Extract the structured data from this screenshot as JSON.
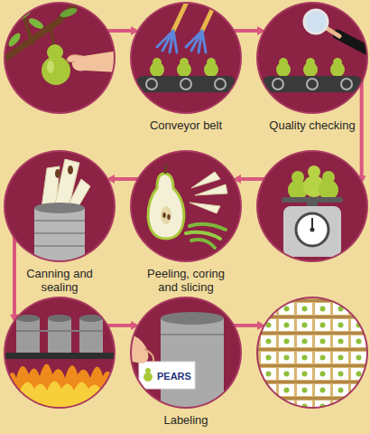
{
  "diagram": {
    "nodes": [
      {
        "text": []
      },
      {
        "text": [
          "Conveyor belt"
        ]
      },
      {
        "text": [
          "Quality checking"
        ]
      },
      {
        "text": []
      },
      {
        "text": [
          "Peeling, coring and slicing"
        ]
      },
      {
        "text": [
          "Canning and sealing"
        ]
      },
      {
        "text": []
      },
      {
        "text": [
          "Labeling"
        ]
      },
      {
        "text": []
      }
    ],
    "edges": [
      {
        "from": 0,
        "to": 1,
        "arrow": "to"
      },
      {
        "from": 1,
        "to": 2,
        "arrow": "to"
      },
      {
        "from": 2,
        "to": 3,
        "arrow": "to"
      },
      {
        "from": 3,
        "to": 4,
        "arrow": "to"
      },
      {
        "from": 4,
        "to": 5,
        "arrow": "to"
      },
      {
        "from": 5,
        "to": 6,
        "arrow": "to"
      },
      {
        "from": 6,
        "to": 7,
        "arrow": "to"
      },
      {
        "from": 7,
        "to": 8,
        "arrow": "to"
      }
    ],
    "labels": [
      "PEARS"
    ]
  }
}
